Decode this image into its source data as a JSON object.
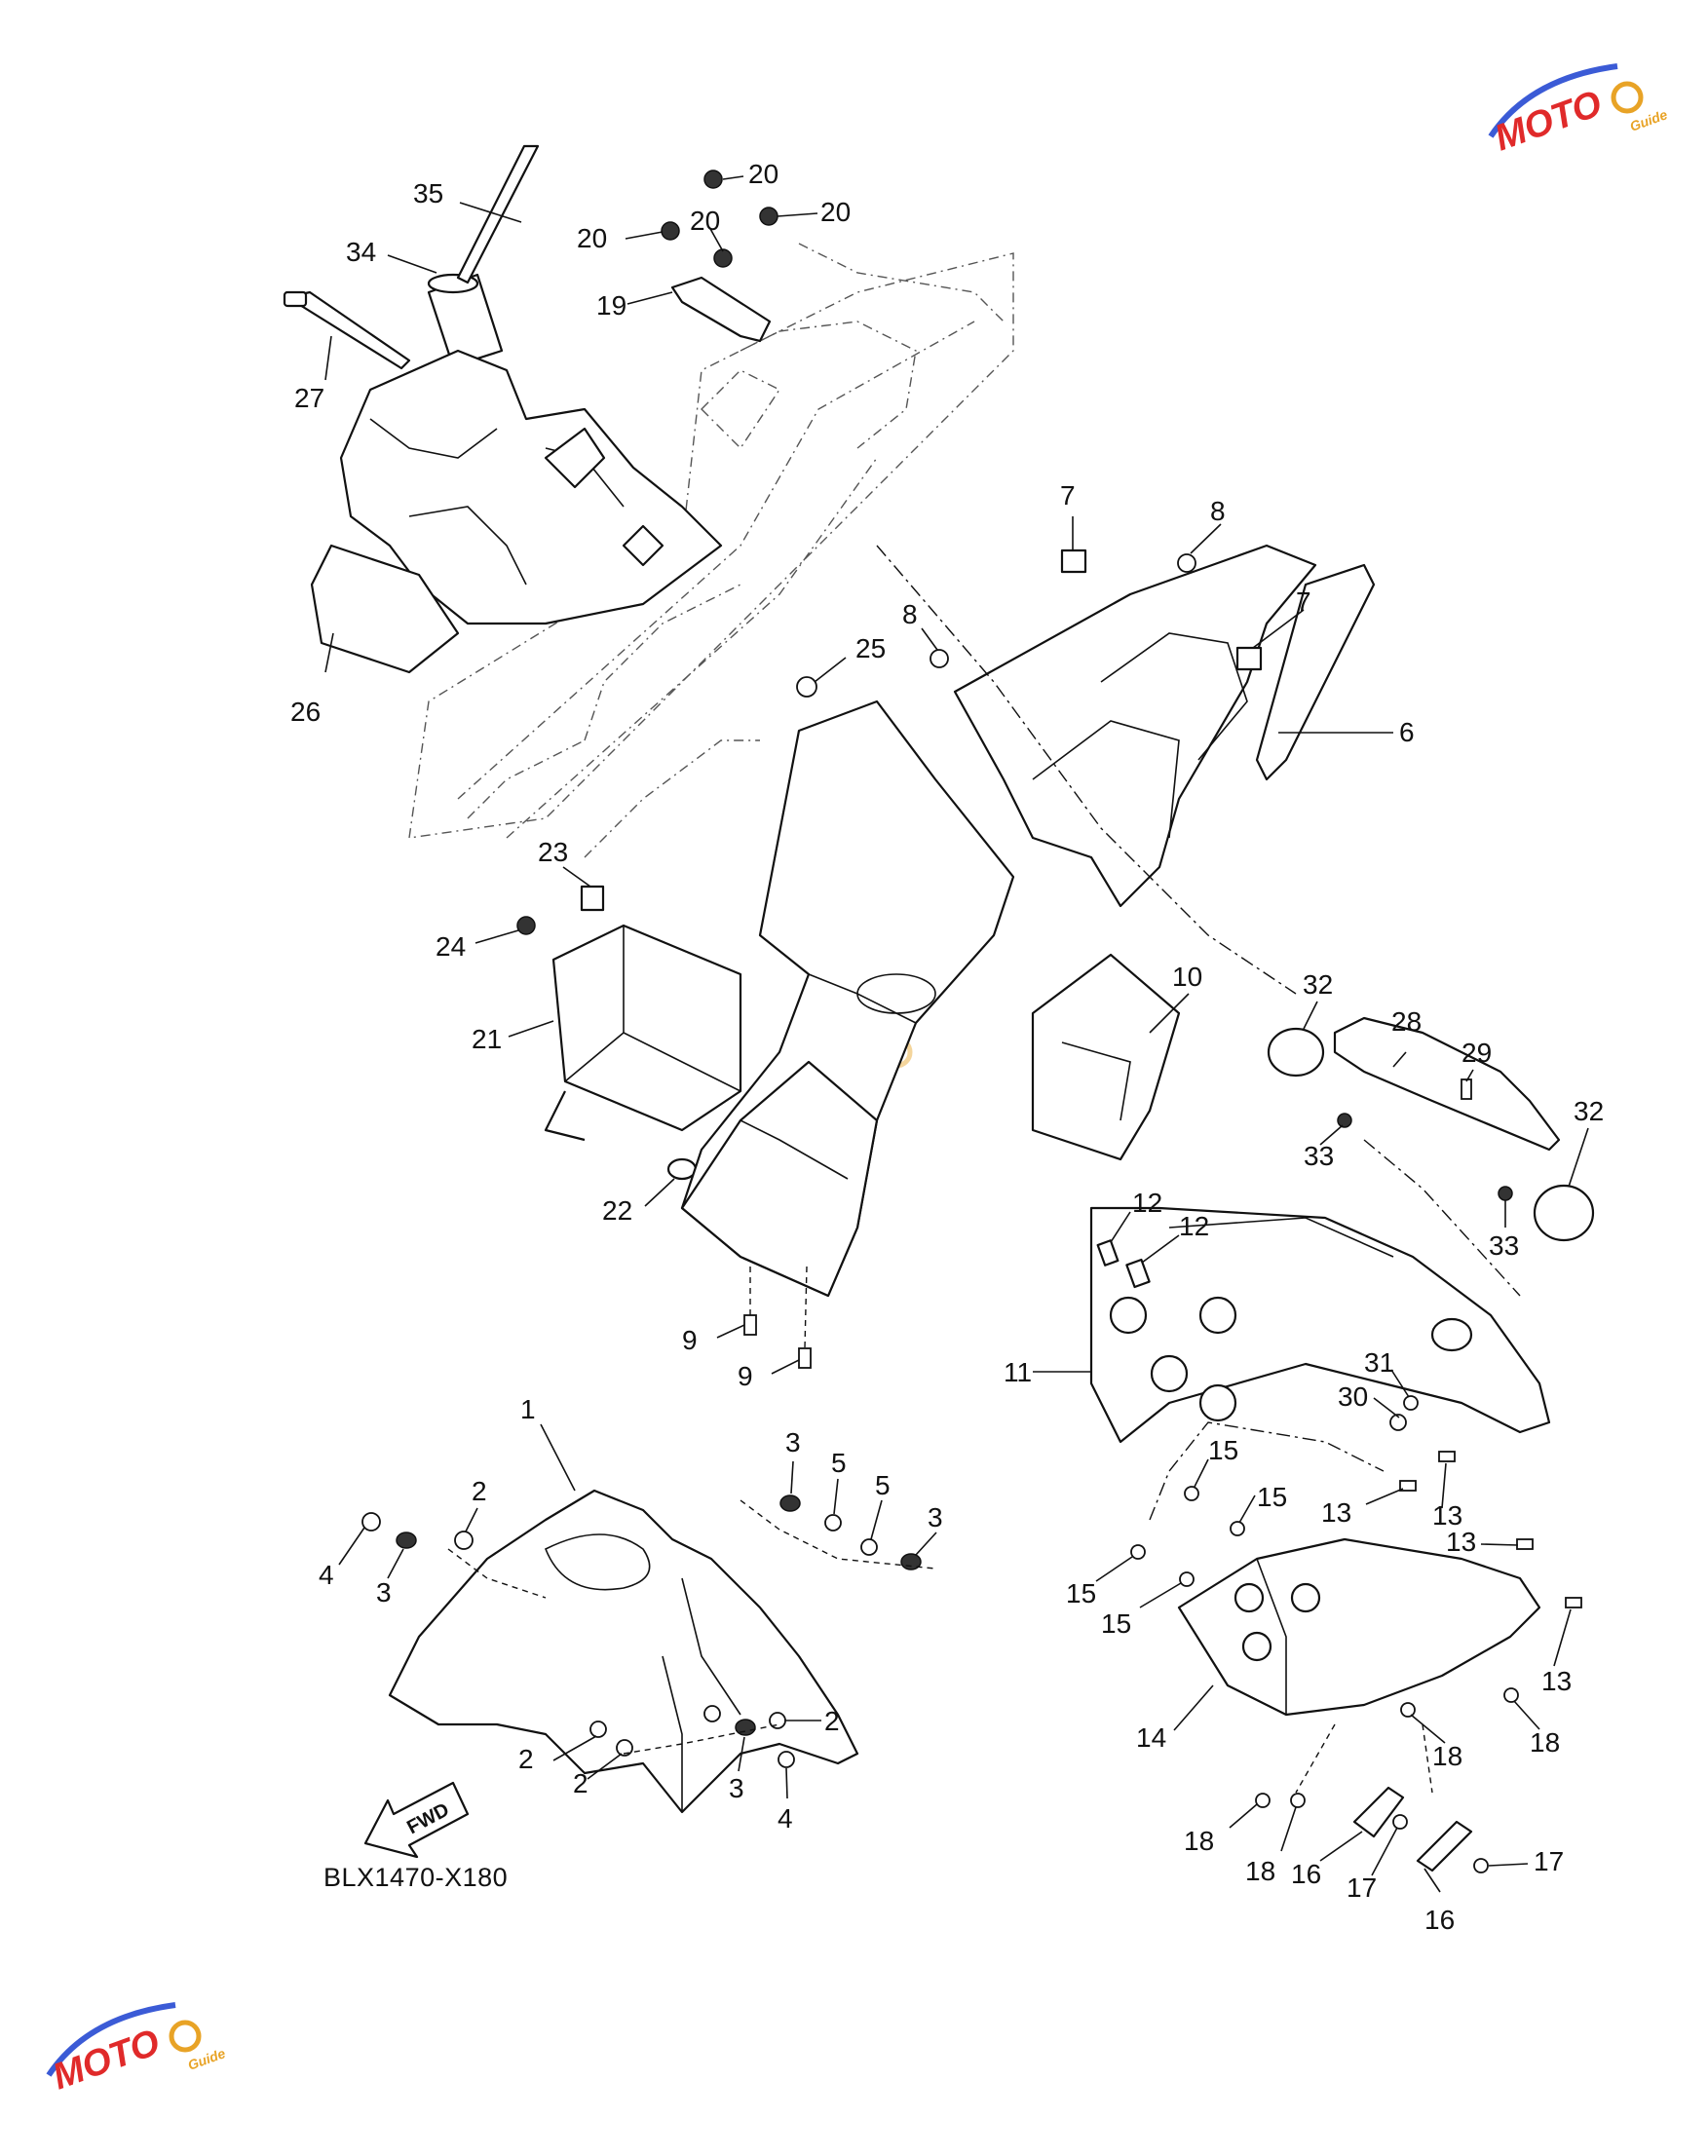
{
  "diagram": {
    "code": "BLX1470-X180",
    "fwd_label": "FWD",
    "callouts": [
      "1",
      "2",
      "3",
      "4",
      "5",
      "6",
      "7",
      "8",
      "9",
      "10",
      "11",
      "12",
      "13",
      "14",
      "15",
      "16",
      "17",
      "18",
      "19",
      "20",
      "21",
      "22",
      "23",
      "24",
      "25",
      "26",
      "27",
      "28",
      "29",
      "30",
      "31",
      "32",
      "33",
      "34",
      "35"
    ]
  },
  "watermark": {
    "text": "MOTO",
    "subtext": "Guide",
    "colors": {
      "moto": "#e02a2a",
      "swoosh": "#3b5bd6",
      "gear": "#e8a326"
    }
  }
}
